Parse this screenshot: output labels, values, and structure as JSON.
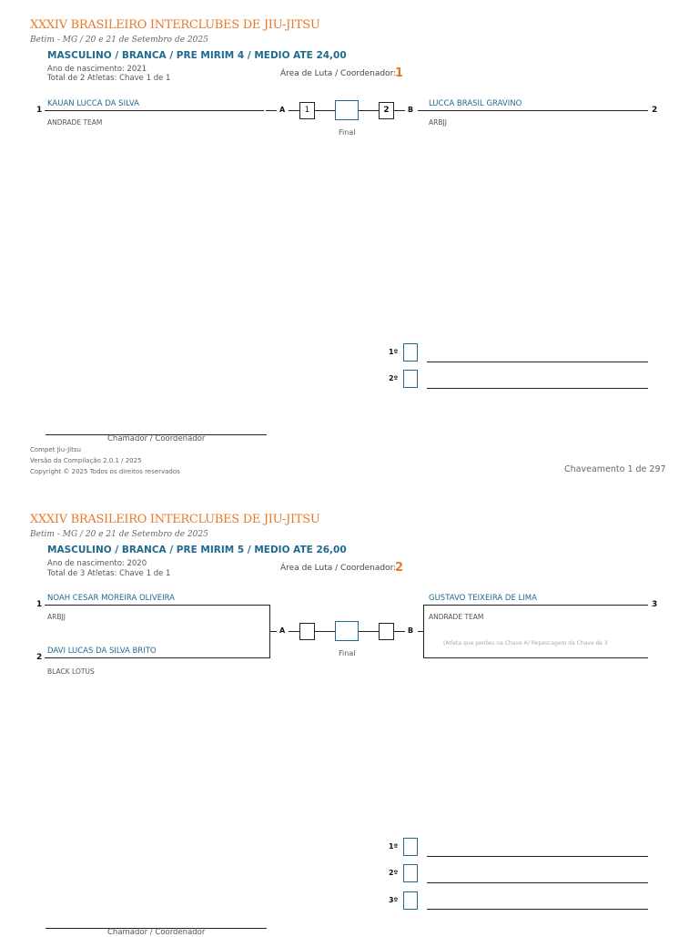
{
  "sheets": [
    {
      "event_title": "XXXIV BRASILEIRO INTERCLUBES DE JIU-JITSU",
      "location_date": "Betim - MG / 20 e 21 de Setembro de 2025",
      "category": "MASCULINO / BRANCA / PRE MIRIM 4 / MEDIO ATE 24,00",
      "birth_year": "Ano de nascimento: 2021",
      "total": "Total de 2 Atletas:  Chave 1 de 1",
      "area_label": "Área de Luta / Coordenador:",
      "area_number": "1",
      "athletes": [
        {
          "seed": "1",
          "name": "KAUAN LUCCA DA SILVA",
          "team": "ANDRADE TEAM"
        },
        {
          "seed": "2",
          "name": "LUCCA BRASIL GRAVINO",
          "team": "ARBJJ"
        }
      ],
      "bracket_a": "A",
      "bracket_b": "B",
      "box_a_value": "1",
      "box_b_value": "2",
      "final_label": "Final",
      "placements": [
        "1º",
        "2º"
      ],
      "signature_label": "Chamador / Coordenador",
      "footer_lines": [
        "Compet Jiu-Jitsu",
        "Versão da Compilação 2.0.1 / 2025",
        "Copyright © 2025 Todos os direitos reservados"
      ],
      "page_counter": "Chaveamento  1 de 297"
    },
    {
      "event_title": "XXXIV BRASILEIRO INTERCLUBES DE JIU-JITSU",
      "location_date": "Betim - MG / 20 e 21 de Setembro de 2025",
      "category": "MASCULINO / BRANCA / PRE MIRIM 5 / MEDIO ATE 26,00",
      "birth_year": "Ano de nascimento: 2020",
      "total": "Total de 3 Atletas:  Chave 1 de 1",
      "area_label": "Área de Luta / Coordenador:",
      "area_number": "2",
      "athletes": [
        {
          "seed": "1",
          "name": "NOAH CESAR MOREIRA OLIVEIRA",
          "team": "ARBJJ"
        },
        {
          "seed": "2",
          "name": "DAVI LUCAS DA SILVA BRITO",
          "team": "BLACK LOTUS"
        },
        {
          "seed": "3",
          "name": "GUSTAVO TEIXEIRA DE LIMA",
          "team": "ANDRADE TEAM"
        }
      ],
      "repechage_note": "(Atleta que perdeu na Chave A) Repescagem da Chave de 3",
      "bracket_a": "A",
      "bracket_b": "B",
      "final_label": "Final",
      "placements": [
        "1º",
        "2º",
        "3º"
      ],
      "signature_label": "Chamador / Coordenador"
    }
  ]
}
